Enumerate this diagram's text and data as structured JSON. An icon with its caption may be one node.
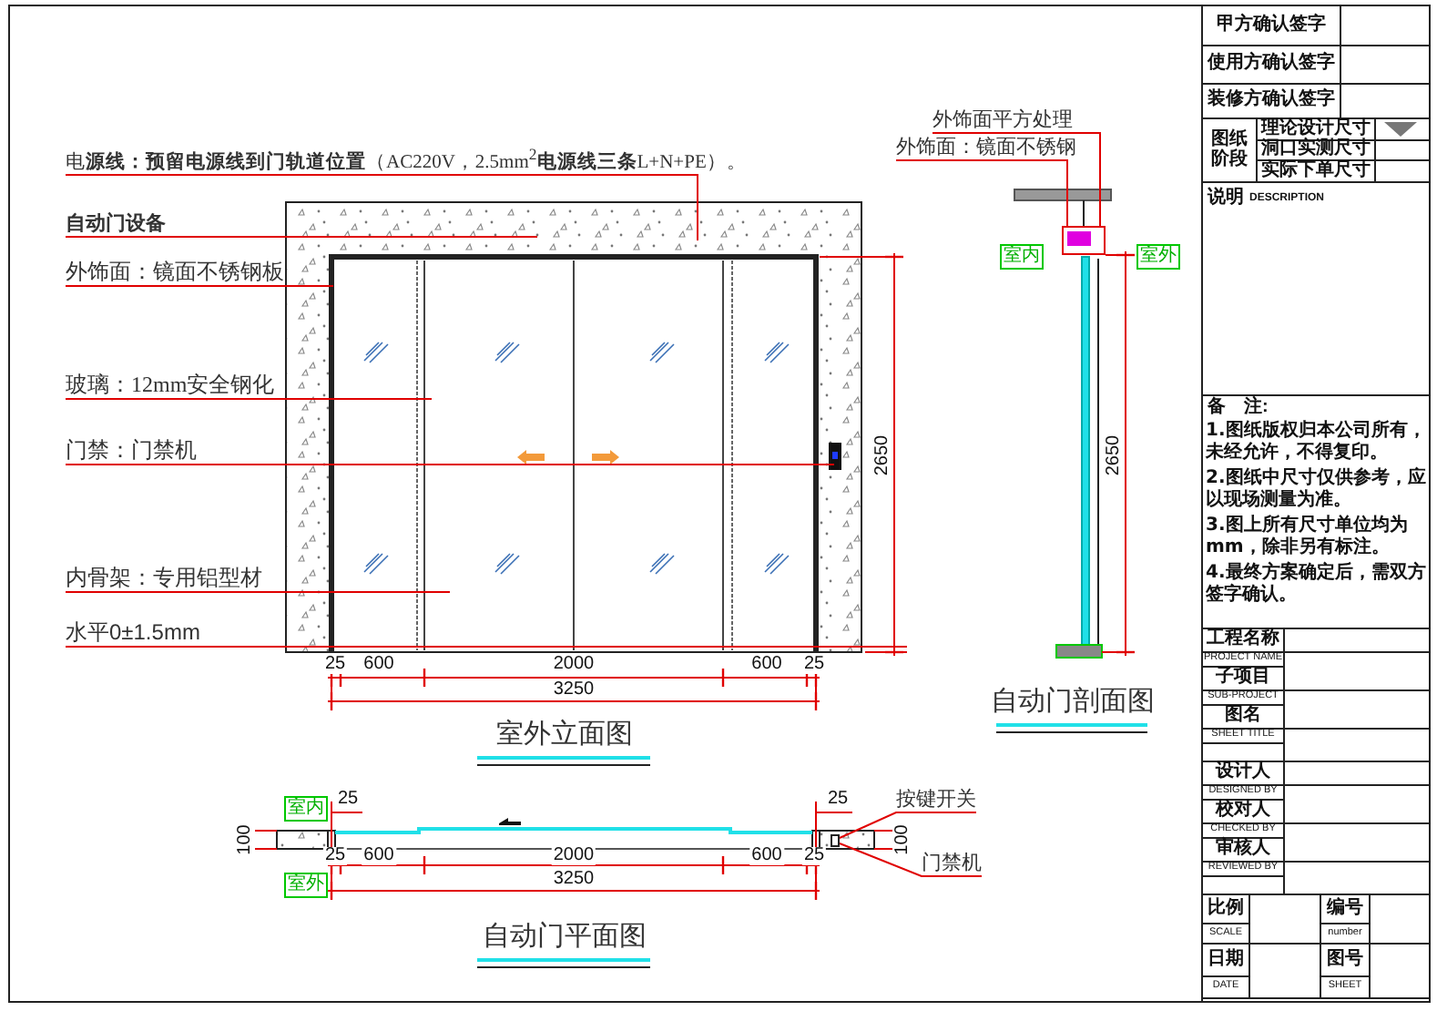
{
  "diagram": {
    "nodes": [
      {
        "text": [
          "电**源线：预留电源线到门轨道位置**（AC220V，2.5mm$^{2}$**电源线三条**L+N+PE）。"
        ]
      },
      {
        "text": [
          "自动门设备"
        ]
      },
      {
        "text": [
          "外饰面：镜面不锈钢板"
        ]
      },
      {
        "text": [
          "玻璃：12mm安全钢化"
        ]
      },
      {
        "text": [
          "门禁：门禁机"
        ]
      },
      {
        "text": [
          "内骨架：专用铝型材"
        ]
      },
      {
        "text": [
          "水平0±1.5mm"
        ]
      },
      {
        "text": [
          "外饰面平方处理"
        ]
      },
      {
        "text": [
          "外饰面：镜面不锈钢"
        ]
      },
      {
        "text": [
          "室内"
        ]
      },
      {
        "text": [
          "室外"
        ]
      },
      {
        "text": [
          "室内"
        ]
      },
      {
        "text": [
          "室外"
        ]
      },
      {
        "text": [
          "按键开关"
        ]
      },
      {
        "text": [
          "门禁机"
        ]
      },
      {
        "text": [],
        "shape": "box"
      },
      {
        "text": [],
        "shape": "box"
      }
    ],
    "edges": [
      {
        "from": 0,
        "to": null,
        "arrow": "none"
      },
      {
        "from": 1,
        "to": null,
        "arrow": "none"
      },
      {
        "from": 2,
        "to": null,
        "arrow": "none"
      },
      {
        "from": 3,
        "to": null,
        "arrow": "none"
      },
      {
        "from": 4,
        "to": null,
        "arrow": "none"
      },
      {
        "from": 5,
        "to": null,
        "arrow": "none"
      },
      {
        "from": 6,
        "to": null,
        "arrow": "none"
      },
      {
        "from": 7,
        "to": 15,
        "arrow": "none"
      },
      {
        "from": 8,
        "to": 15,
        "arrow": "none"
      },
      {
        "from": 13,
        "to": 16,
        "arrow": "none"
      },
      {
        "from": 14,
        "to": 16,
        "arrow": "none"
      }
    ],
    "labels": [
      "25",
      "600",
      "2000",
      "600",
      "25",
      "3250",
      "2650",
      "2650",
      "室外立面图",
      "自动门剖面图",
      "25",
      "25",
      "100",
      "100",
      "25",
      "600",
      "2000",
      "600",
      "25",
      "3250",
      "自动门平面图",
      "甲方确认签字",
      "使用方确认签字",
      "装修方确认签字",
      "图纸阶段",
      "理论设计尺寸",
      "洞口实测尺寸",
      "实际下单尺寸",
      "说明",
      "DESCRIPTION",
      "备　注:",
      "1.图纸版权归本公司所有，未经允许，不得复印。",
      "2.图纸中尺寸仅供参考，应以现场测量为准。",
      "3.图上所有尺寸单位均为mm，除非另有标注。",
      "4.最终方案确定后，需双方签字确认。",
      "工程名称",
      "PROJECT NAME",
      "子项目",
      "SUB-PROJECT",
      "图名",
      "SHEET TITLE",
      "设计人",
      "DESIGNED BY",
      "校对人",
      "CHECKED BY",
      "审核人",
      "REVIEWED BY",
      "比例",
      "编号",
      "SCALE",
      "number",
      "日期",
      "图号",
      "DATE",
      "SHEET"
    ]
  }
}
